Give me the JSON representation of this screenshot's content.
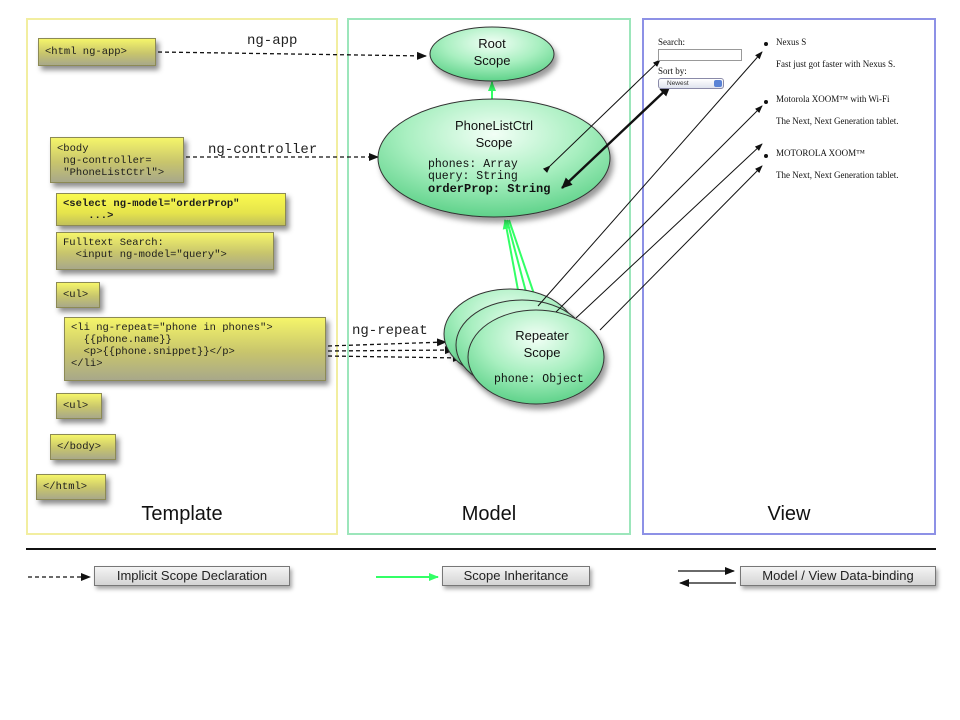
{
  "panels": {
    "template": "Template",
    "model": "Model",
    "view": "View"
  },
  "template_boxes": {
    "html": "<html ng-app>",
    "body": "<body\n ng-controller=\n \"PhoneListCtrl\">",
    "select": "<select ng-model=\"orderProp\"\n    ...>",
    "fulltext": "Fulltext Search:\n  <input ng-model=\"query\">",
    "ul_open": "<ul>",
    "li": "<li ng-repeat=\"phone in phones\">\n  {{phone.name}}\n  <p>{{phone.snippet}}</p>\n</li>",
    "ul_close": "<ul>",
    "body_close": "</body>",
    "html_close": "</html>"
  },
  "edge_labels": {
    "ng_app": "ng-app",
    "ng_controller": "ng-controller",
    "ng_repeat": "ng-repeat"
  },
  "scopes": {
    "root": [
      "Root",
      "Scope"
    ],
    "phonelist": {
      "title": [
        "PhoneListCtrl",
        "Scope"
      ],
      "props": [
        "phones: Array",
        "query: String"
      ],
      "bold_prop": "orderProp: String"
    },
    "repeater": {
      "title": [
        "Repeater",
        "Scope"
      ],
      "prop": "phone: Object"
    }
  },
  "view": {
    "search_label": "Search:",
    "sort_label": "Sort by:",
    "sort_value": "Newest",
    "phones": [
      {
        "name": "Nexus S",
        "snippet": "Fast just got faster with Nexus S."
      },
      {
        "name": "Motorola XOOM™ with Wi-Fi",
        "snippet": "The Next, Next Generation tablet."
      },
      {
        "name": "MOTOROLA XOOM™",
        "snippet": "The Next, Next Generation tablet."
      }
    ]
  },
  "legend": {
    "implicit": "Implicit Scope Declaration",
    "inheritance": "Scope Inheritance",
    "binding": "Model / View Data-binding"
  },
  "colors": {
    "template_border": "#f2eea0",
    "model_border": "#9ce6bb",
    "view_border": "#8d91e6",
    "inheritance_arrow": "#33ff66",
    "scope_fill": "#7fe0a0"
  }
}
